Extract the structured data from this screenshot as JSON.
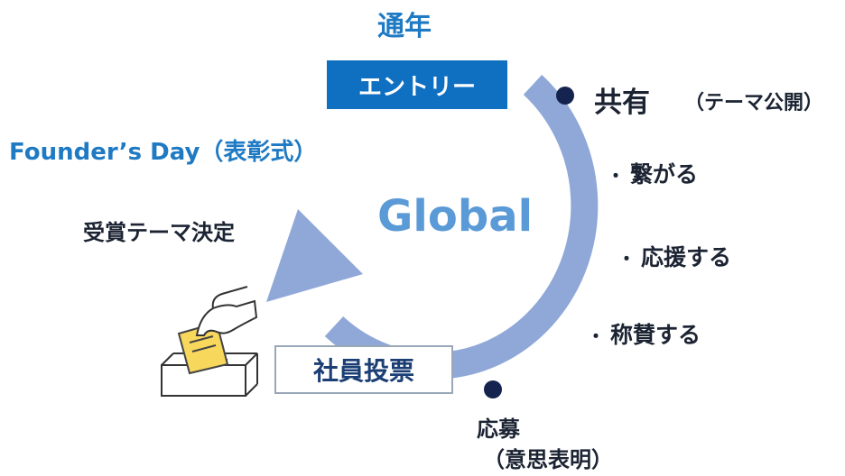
{
  "header": {
    "season_label": "通年"
  },
  "cycle": {
    "center_label": "Global",
    "entry_label": "エントリー",
    "share_label": "共有",
    "share_sub_label": "（テーマ公開）",
    "steps": [
      {
        "label": "繋がる"
      },
      {
        "label": "応援する"
      },
      {
        "label": "称賛する"
      }
    ],
    "apply_label": "応募",
    "apply_sub_label": "（意思表明）",
    "vote_label": "社員投票",
    "decide_label": "受賞テーマ決定",
    "founders_label": "Founder’s Day（表彰式）",
    "bullet": "・"
  },
  "colors": {
    "arrow": "#8fa8d8",
    "primary": "#0f6fc0",
    "title_blue": "#1f7ac4",
    "center_text": "#5a9ad6",
    "dot": "#14244f",
    "text_dark": "#1c2433"
  }
}
